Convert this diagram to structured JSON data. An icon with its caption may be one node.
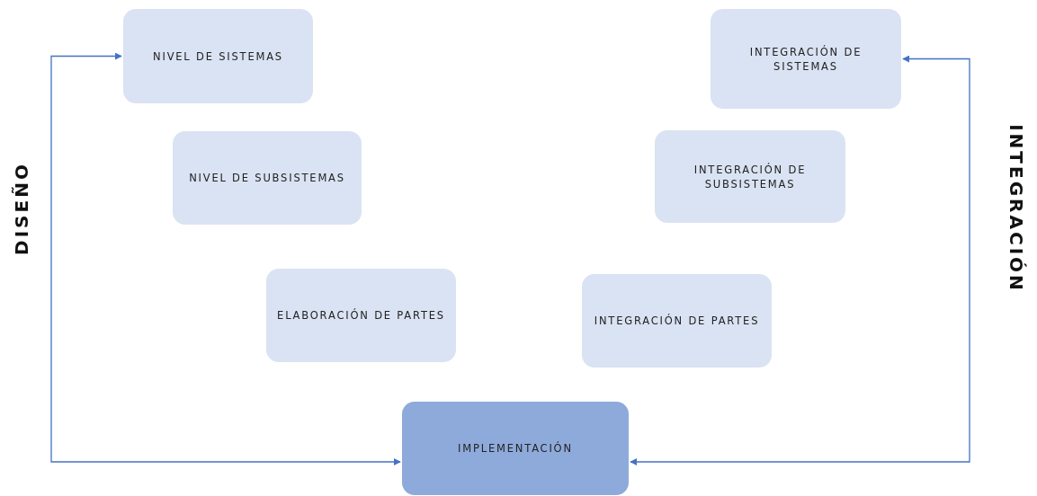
{
  "diagram": {
    "nodes": [
      {
        "text": [
          "NIVEL DE SISTEMAS"
        ]
      },
      {
        "text": [
          "INTEGRACIÓN DE SISTEMAS"
        ]
      },
      {
        "text": [
          "NIVEL DE SUBSISTEMAS"
        ]
      },
      {
        "text": [
          "INTEGRACIÓN DE SUBSISTEMAS"
        ]
      },
      {
        "text": [
          "ELABORACIÓN DE PARTES"
        ]
      },
      {
        "text": [
          "INTEGRACIÓN DE PARTES"
        ]
      },
      {
        "text": [
          "IMPLEMENTACIÓN"
        ]
      }
    ],
    "edges": [
      {
        "from": 0,
        "to": 6,
        "arrow": "both"
      },
      {
        "from": 1,
        "to": 6,
        "arrow": "both"
      }
    ],
    "labels": [
      "DISEÑO",
      "INTEGRACIÓN"
    ]
  }
}
